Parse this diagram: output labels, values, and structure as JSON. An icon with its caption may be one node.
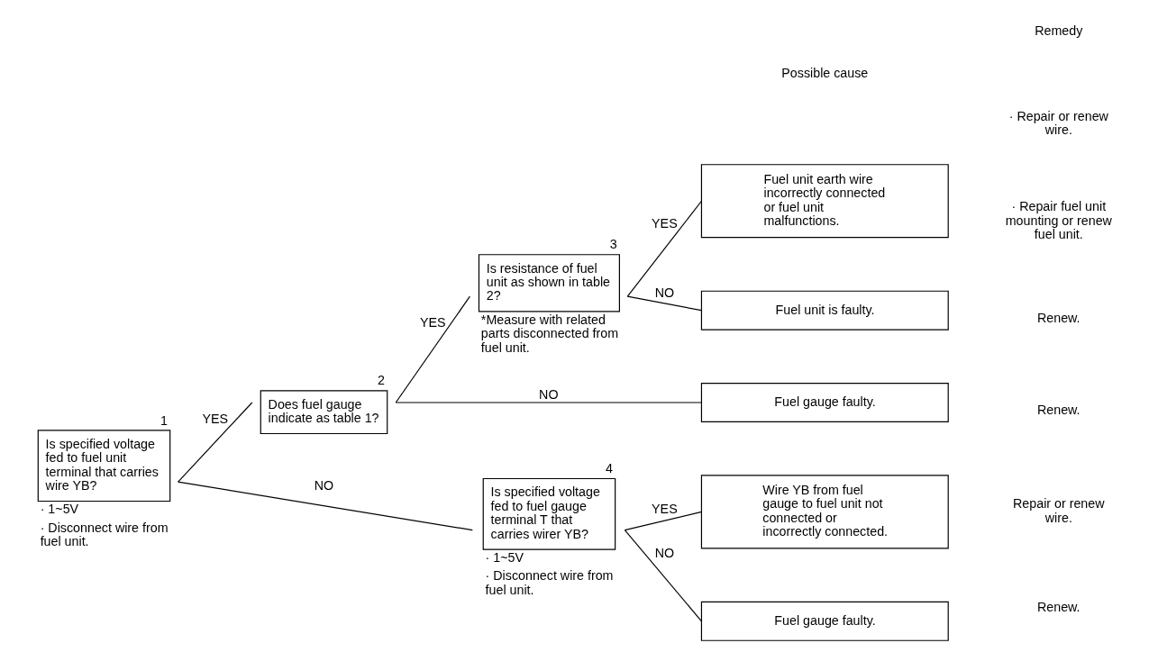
{
  "diagram": {
    "nodes": [
      {
        "text": [
          "Is specified voltage fed to fuel unit terminal that carries wire YB?"
        ],
        "beside": [
          "1",
          "· 1~5V",
          "· Disconnect wire from fuel unit."
        ]
      },
      {
        "text": [
          "Does fuel gauge indicate as table 1?"
        ],
        "beside": [
          "2"
        ]
      },
      {
        "text": [
          "Is resistance of fuel unit as shown in table 2?"
        ],
        "beside": [
          "3",
          "*Measure with related parts disconnected from fuel unit."
        ]
      },
      {
        "text": [
          "Is specified voltage fed to fuel gauge terminal T that carries wirer YB?"
        ],
        "beside": [
          "4",
          "· 1~5V",
          "· Disconnect wire from fuel unit."
        ]
      },
      {
        "text": [
          "Fuel unit earth wire incorrectly connected or fuel unit malfunctions."
        ]
      },
      {
        "text": [
          "Fuel unit is faulty."
        ]
      },
      {
        "text": [
          "Fuel gauge faulty."
        ]
      },
      {
        "text": [
          "Wire YB from fuel gauge to fuel unit not connected or incorrectly connected."
        ]
      },
      {
        "text": [
          "Fuel gauge faulty."
        ]
      }
    ],
    "edges": [
      {
        "from": 0,
        "to": 1,
        "arrow": "none",
        "label": "YES"
      },
      {
        "from": 0,
        "to": 3,
        "arrow": "none",
        "label": "NO"
      },
      {
        "from": 1,
        "to": 2,
        "arrow": "none",
        "label": "YES"
      },
      {
        "from": 1,
        "to": 6,
        "arrow": "none",
        "label": "NO"
      },
      {
        "from": 2,
        "to": 4,
        "arrow": "none",
        "label": "YES"
      },
      {
        "from": 2,
        "to": 5,
        "arrow": "none",
        "label": "NO"
      },
      {
        "from": 3,
        "to": 7,
        "arrow": "none",
        "label": "YES"
      },
      {
        "from": 3,
        "to": 8,
        "arrow": "none",
        "label": "NO"
      }
    ],
    "labels": [
      "Possible cause",
      "Remedy",
      "· Repair or renew wire.",
      "· Repair fuel unit mounting or renew fuel unit.",
      "Renew.",
      "Renew.",
      "Repair or renew wire.",
      "Renew."
    ]
  }
}
